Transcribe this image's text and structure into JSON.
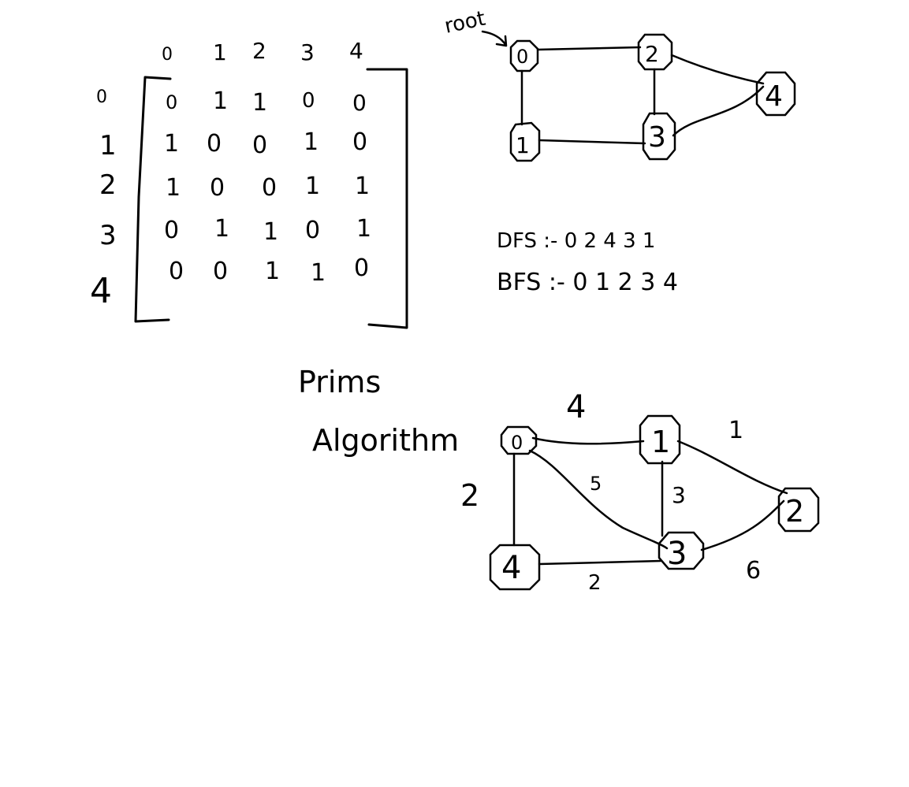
{
  "matrix": {
    "col_headers": [
      "0",
      "1",
      "2",
      "3",
      "4"
    ],
    "row_headers": [
      "0",
      "1",
      "2",
      "3",
      "4"
    ],
    "rows": [
      [
        "0",
        "1",
        "1",
        "0",
        "0"
      ],
      [
        "1",
        "0",
        "0",
        "1",
        "0"
      ],
      [
        "1",
        "0",
        "0",
        "1",
        "1"
      ],
      [
        "0",
        "1",
        "1",
        "0",
        "1"
      ],
      [
        "0",
        "0",
        "1",
        "1",
        "0"
      ]
    ]
  },
  "graph1": {
    "root_label": "root",
    "nodes": [
      "0",
      "1",
      "2",
      "3",
      "4"
    ]
  },
  "traversals": {
    "dfs": "DFS :- 0 2 4 3 1",
    "bfs": "BFS :- 0 1 2 3 4"
  },
  "prims": {
    "title_line1": "Prims",
    "title_line2": "Algorithm",
    "nodes": [
      "0",
      "1",
      "2",
      "3",
      "4"
    ],
    "edge_weights": {
      "e01": "4",
      "e12": "1",
      "e03": "5",
      "e13": "3",
      "e04": "2",
      "e43": "2",
      "e23": "6"
    }
  }
}
